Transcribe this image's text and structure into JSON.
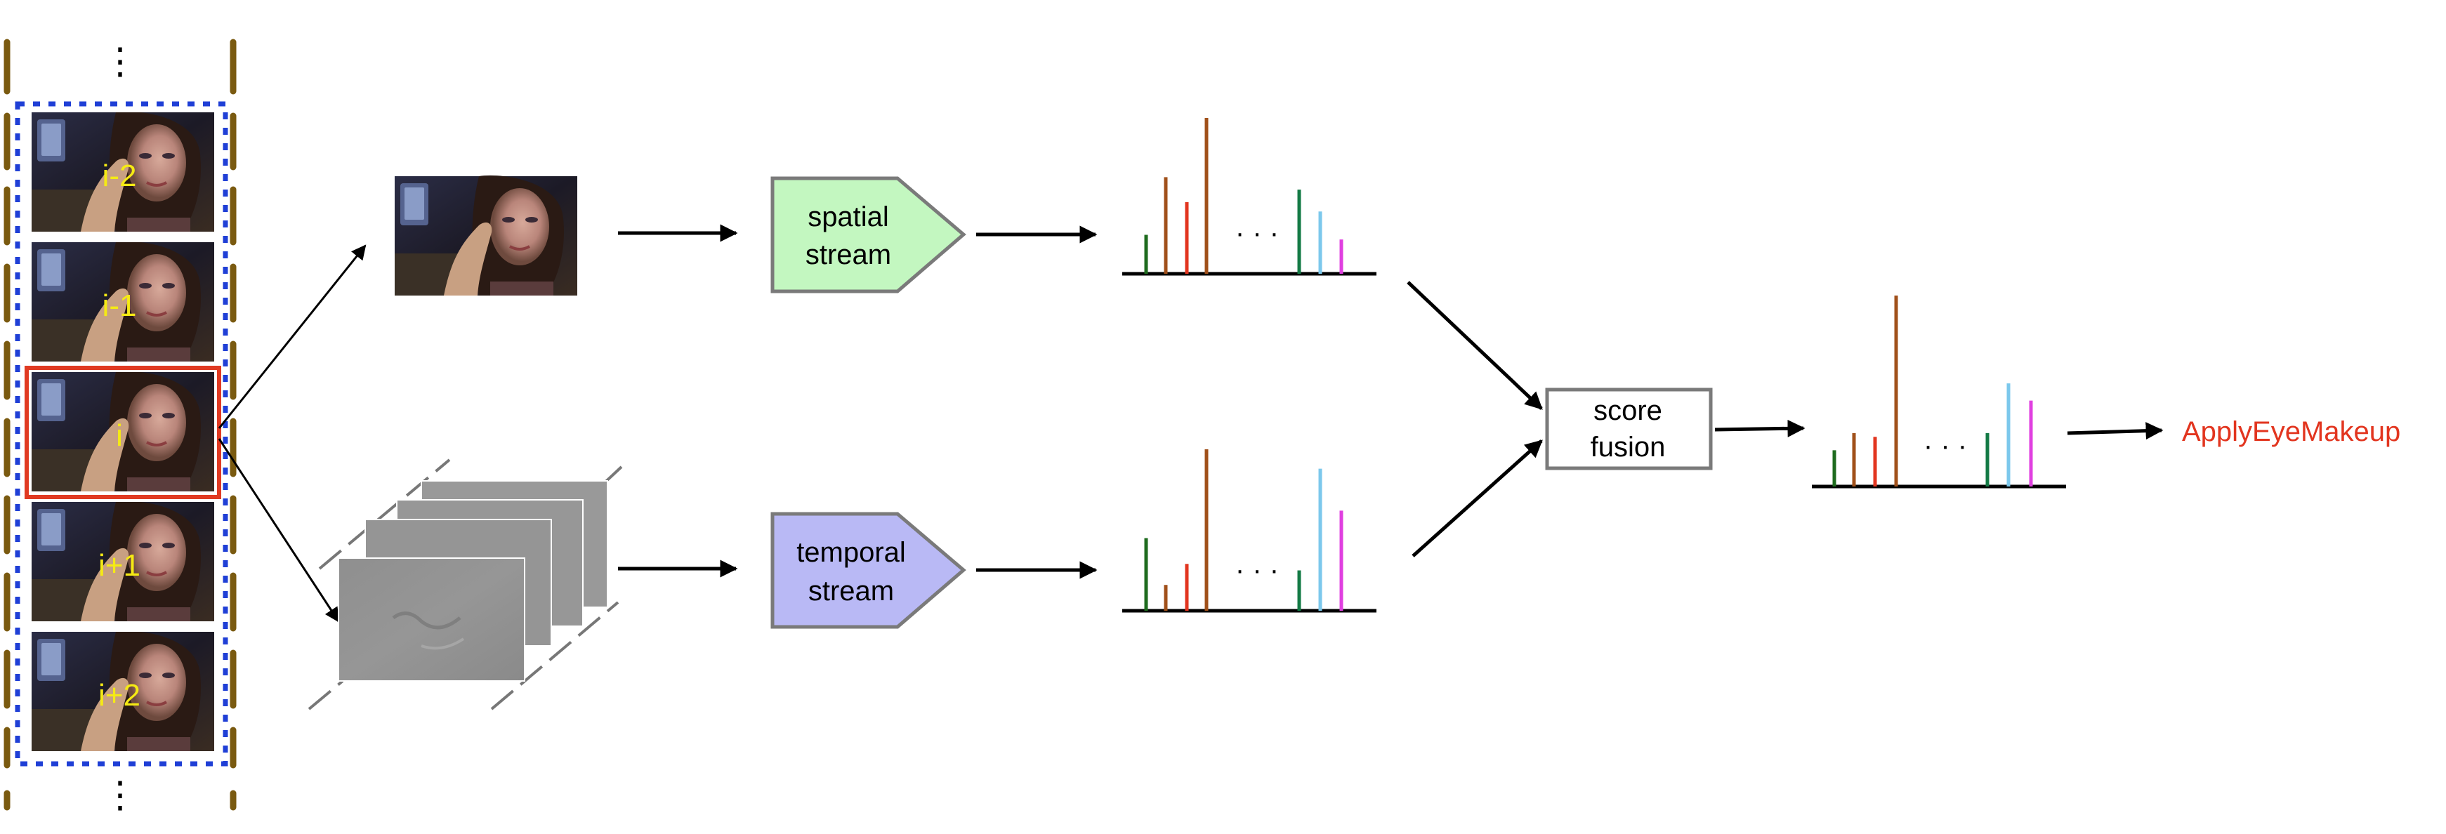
{
  "film_strip": {
    "top_ellipsis": "⋮",
    "bottom_ellipsis": "⋮",
    "frames": [
      {
        "label": "i-2",
        "current": false
      },
      {
        "label": "i-1",
        "current": false
      },
      {
        "label": "i",
        "current": true
      },
      {
        "label": "i+1",
        "current": false
      },
      {
        "label": "i+2",
        "current": false
      }
    ]
  },
  "spatial_stream": {
    "label_line1": "spatial",
    "label_line2": "stream",
    "fill": "#c3f7c0"
  },
  "temporal_stream": {
    "label_line1": "temporal",
    "label_line2": "stream",
    "fill": "#b9b9f5"
  },
  "score_fusion": {
    "label_line1": "score",
    "label_line2": "fusion"
  },
  "ellipsis": "· · ·",
  "output_label": "ApplyEyeMakeup",
  "colors": {
    "output_label": "#e2351f",
    "current_frame_border": "#e03a22",
    "dotted_border": "#1f3fd6",
    "film_sprocket": "#7a5a10",
    "frame_label": "#f5ea14"
  },
  "score_charts": {
    "spatial": {
      "bars": [
        {
          "value": 0.25,
          "color": "#1e6b1e"
        },
        {
          "value": 0.62,
          "color": "#a0501a"
        },
        {
          "value": 0.46,
          "color": "#e2351f"
        },
        {
          "value": 1.0,
          "color": "#a0501a"
        },
        {
          "value": 0.54,
          "color": "#137a45"
        },
        {
          "value": 0.4,
          "color": "#7cc8ec"
        },
        {
          "value": 0.22,
          "color": "#e040e0"
        }
      ]
    },
    "temporal": {
      "bars": [
        {
          "value": 0.45,
          "color": "#1e6b1e"
        },
        {
          "value": 0.16,
          "color": "#a0501a"
        },
        {
          "value": 0.29,
          "color": "#e2351f"
        },
        {
          "value": 1.0,
          "color": "#a0501a"
        },
        {
          "value": 0.25,
          "color": "#137a45"
        },
        {
          "value": 0.88,
          "color": "#7cc8ec"
        },
        {
          "value": 0.62,
          "color": "#e040e0"
        }
      ]
    },
    "fused": {
      "bars": [
        {
          "value": 0.19,
          "color": "#1e6b1e"
        },
        {
          "value": 0.28,
          "color": "#a0501a"
        },
        {
          "value": 0.26,
          "color": "#e2351f"
        },
        {
          "value": 1.0,
          "color": "#a0501a"
        },
        {
          "value": 0.28,
          "color": "#137a45"
        },
        {
          "value": 0.54,
          "color": "#7cc8ec"
        },
        {
          "value": 0.45,
          "color": "#e040e0"
        }
      ]
    }
  }
}
